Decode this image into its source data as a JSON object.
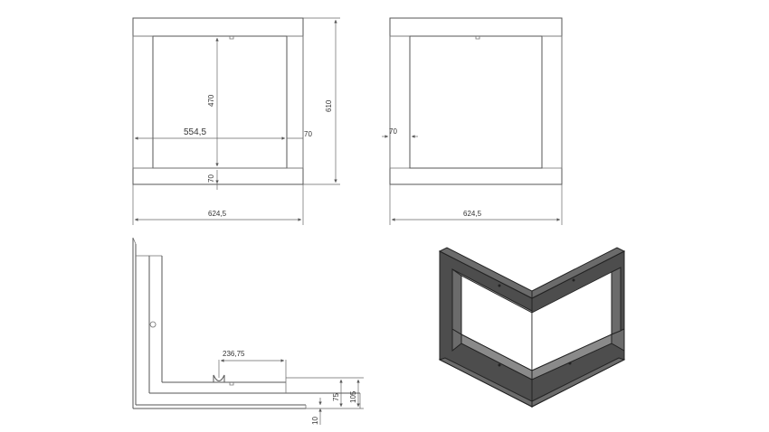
{
  "drawing": {
    "front_view": {
      "dim_inner_width": "554,5",
      "dim_inner_height": "470",
      "dim_side_width": "70",
      "dim_bottom_height": "70",
      "dim_total_height": "610",
      "dim_total_width": "624,5"
    },
    "rear_view": {
      "dim_side_width": "70",
      "dim_total_width": "624,5"
    },
    "section_view": {
      "dim_offset": "236,75",
      "dim_height_a": "75",
      "dim_height_b": "105",
      "dim_thickness": "10"
    }
  }
}
